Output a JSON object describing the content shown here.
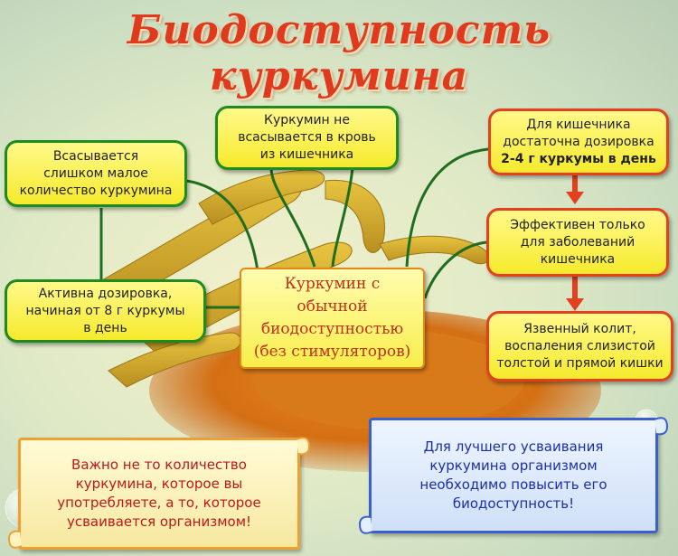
{
  "title": "Биодоступность куркумина",
  "boxes": {
    "absorb_small": "Всасывается\nслишком малое\nколичество куркумина",
    "not_absorbed": "Куркумин не\nвсасывается в кровь\nиз кишечника",
    "active_dose": "Активна дозировка,\nначиная от 8 г куркумы\nв день",
    "center": "Куркумин с обычной\nбиодоступностью\n(без стимуляторов)",
    "intestine_dose_lead": "Для кишечника\nдостаточна дозировка",
    "intestine_dose_bold": "2-4 г куркумы в день",
    "effective": "Эффективен только\nдля заболеваний\nкишечника",
    "colitis": "Язвенный колит,\nвоспаления слизистой\nтолстой и прямой кишки"
  },
  "scrolls": {
    "left": "Важно не то количество\nкуркумина, которое вы\nупотребляете, а то, которое\nусваивается организмом!",
    "right": "Для лучшего усваивания\nкуркумина организмом\nнеобходимо повысить его\nбиодоступность!"
  },
  "colors": {
    "title": "#e03a1e",
    "green_border": "#1f8a1f",
    "red_border": "#e2401f",
    "arrow_red": "#e2401f",
    "scroll_left_border": "#f0a030",
    "scroll_right_border": "#3a5fd0"
  }
}
